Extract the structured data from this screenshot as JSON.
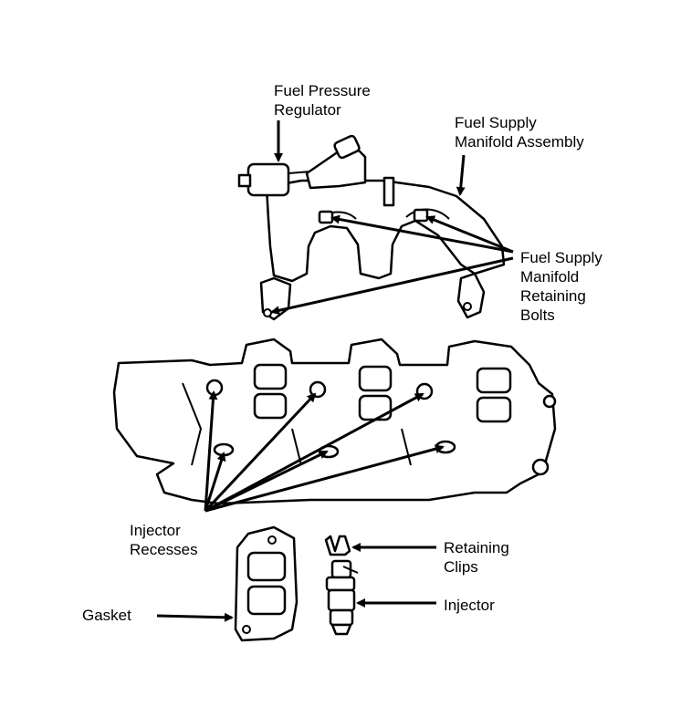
{
  "labels": {
    "fuel_pressure_regulator": [
      "Fuel Pressure",
      "Regulator"
    ],
    "fuel_supply_manifold_assembly": [
      "Fuel Supply",
      "Manifold Assembly"
    ],
    "fuel_supply_manifold_retaining_bolts": [
      "Fuel Supply",
      "Manifold",
      "Retaining",
      "Bolts"
    ],
    "injector_recesses": [
      "Injector",
      "Recesses"
    ],
    "retaining_clips": [
      "Retaining",
      "Clips"
    ],
    "gasket": "Gasket",
    "injector": "Injector"
  }
}
